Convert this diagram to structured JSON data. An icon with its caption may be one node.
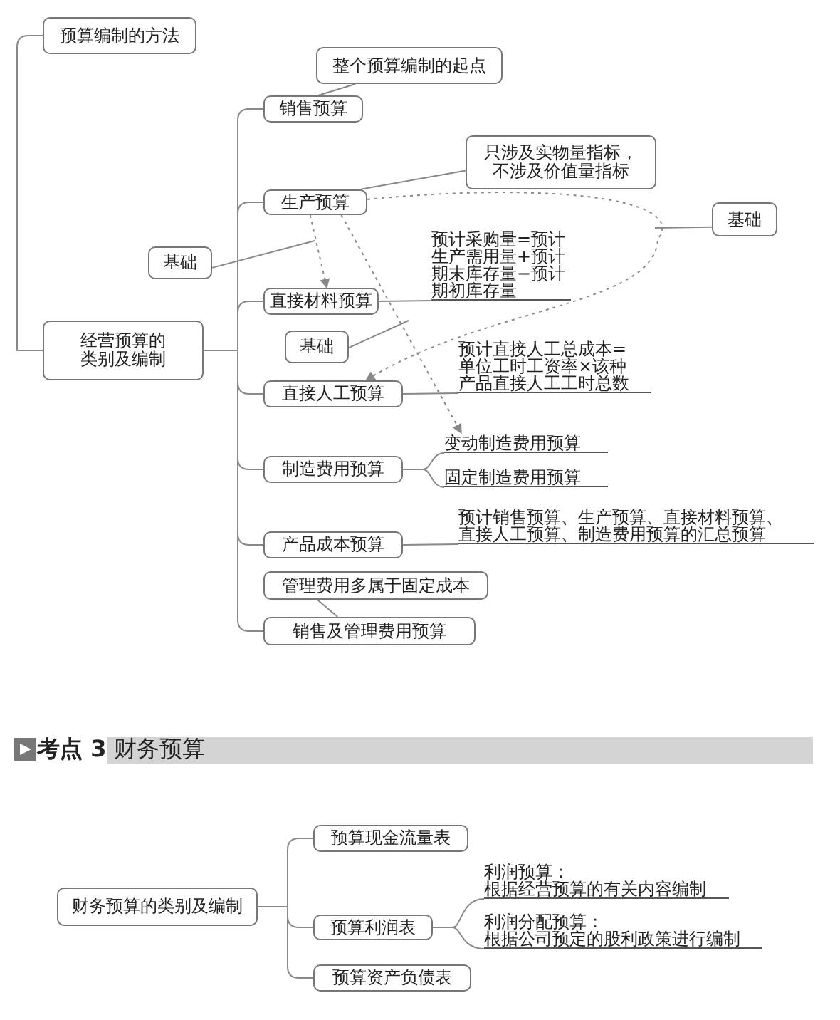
{
  "diagram": {
    "nodes": [
      {
        "text": [
          "预算编制的方法"
        ]
      },
      {
        "text": [
          "经营预算的类别及编制"
        ]
      },
      {
        "text": [
          "销售预算"
        ]
      },
      {
        "text": [
          "整个预算编制的起点"
        ]
      },
      {
        "text": [
          "生产预算"
        ]
      },
      {
        "text": [
          "只涉及实物量指标，不涉及价值量指标"
        ]
      },
      {
        "text": [
          "基础"
        ]
      },
      {
        "text": [
          "直接材料预算"
        ]
      },
      {
        "text": [
          "预计采购量=预计生产需用量+预计期末库存量−预计期初库存量"
        ]
      },
      {
        "text": [
          "基础"
        ]
      },
      {
        "text": [
          "基础"
        ]
      },
      {
        "text": [
          "直接人工预算"
        ]
      },
      {
        "text": [
          "预计直接人工总成本=单位工时工资率×该种产品直接人工工时总数"
        ]
      },
      {
        "text": [
          "制造费用预算"
        ]
      },
      {
        "text": [
          "变动制造费用预算"
        ]
      },
      {
        "text": [
          "固定制造费用预算"
        ]
      },
      {
        "text": [
          "产品成本预算"
        ]
      },
      {
        "text": [
          "预计销售预算、生产预算、直接材料预算、直接人工预算、制造费用预算的汇总预算"
        ]
      },
      {
        "text": [
          "管理费用多属于固定成本"
        ]
      },
      {
        "text": [
          "销售及管理费用预算"
        ]
      },
      {
        "text": [
          "财务预算的类别及编制"
        ]
      },
      {
        "text": [
          "预算现金流量表"
        ]
      },
      {
        "text": [
          "预算利润表"
        ]
      },
      {
        "text": [
          "预算资产负债表"
        ]
      },
      {
        "text": [
          "利润预算：",
          "根据经营预算的有关内容编制"
        ]
      },
      {
        "text": [
          "利润分配预算：",
          "根据公司预定的股利政策进行编制"
        ]
      }
    ],
    "edges": [
      {
        "from": 1,
        "to": 0,
        "arrow": "none"
      },
      {
        "from": 1,
        "to": 2,
        "arrow": "none"
      },
      {
        "from": 1,
        "to": 4,
        "arrow": "none"
      },
      {
        "from": 1,
        "to": 7,
        "arrow": "none"
      },
      {
        "from": 1,
        "to": 11,
        "arrow": "none"
      },
      {
        "from": 1,
        "to": 13,
        "arrow": "none"
      },
      {
        "from": 1,
        "to": 16,
        "arrow": "none"
      },
      {
        "from": 1,
        "to": 19,
        "arrow": "none"
      },
      {
        "from": 3,
        "to": 2,
        "arrow": "none"
      },
      {
        "from": 5,
        "to": 4,
        "arrow": "none"
      },
      {
        "from": 6,
        "to": null,
        "arrow": "none"
      },
      {
        "from": 9,
        "to": null,
        "arrow": "none"
      },
      {
        "from": 10,
        "to": null,
        "arrow": "none"
      },
      {
        "from": 18,
        "to": 19,
        "arrow": "none"
      },
      {
        "from": 4,
        "to": 7,
        "arrow": "to",
        "style": "dashed"
      },
      {
        "from": 4,
        "to": 11,
        "arrow": "to",
        "style": "dashed"
      },
      {
        "from": 4,
        "to": 14,
        "arrow": "to",
        "style": "dashed"
      },
      {
        "from": 7,
        "to": 8,
        "arrow": "none"
      },
      {
        "from": 11,
        "to": 12,
        "arrow": "none"
      },
      {
        "from": 13,
        "to": 14,
        "arrow": "none"
      },
      {
        "from": 13,
        "to": 15,
        "arrow": "none"
      },
      {
        "from": 16,
        "to": 17,
        "arrow": "none"
      },
      {
        "from": 20,
        "to": 21,
        "arrow": "none"
      },
      {
        "from": 20,
        "to": 22,
        "arrow": "none"
      },
      {
        "from": 20,
        "to": 23,
        "arrow": "none"
      },
      {
        "from": 22,
        "to": 24,
        "arrow": "none"
      },
      {
        "from": 22,
        "to": 25,
        "arrow": "none"
      }
    ],
    "labels": [
      "**考点 3** 财务预算"
    ]
  }
}
